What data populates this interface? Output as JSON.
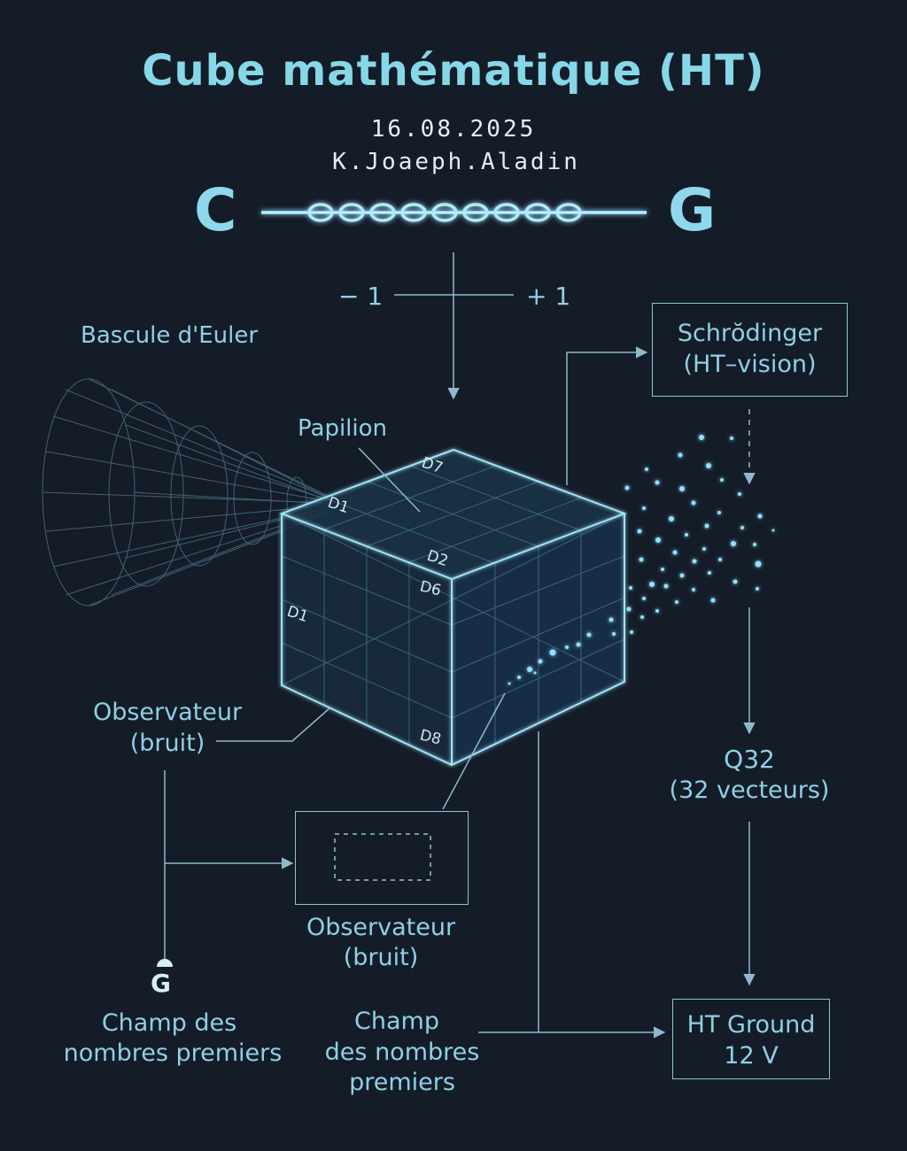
{
  "header": {
    "title": "Cube mathématique (HT)",
    "date": "16.08.2025",
    "author": "K.Joaeph.Aladin"
  },
  "chain": {
    "left_letter": "C",
    "right_letter": "G"
  },
  "axis": {
    "minus": "− 1",
    "plus": "+ 1"
  },
  "labels": {
    "euler": "Bascule d'Euler",
    "papilion": "Papilion",
    "schrodinger_line1": "Schrŏdinger",
    "schrodinger_line2": "(HT–vision)",
    "observer_left_line1": "Observateur",
    "observer_left_line2": "(bruit)",
    "observer_center_line1": "Observateur",
    "observer_center_line2": "(bruit)",
    "q32_line1": "Q32",
    "q32_line2": "(32 vecteurs)",
    "ground_letter": "G",
    "prime_left_line1": "Champ des",
    "prime_left_line2": "nombres premiers",
    "prime_center_line1": "Champ",
    "prime_center_line2": "des nombres",
    "prime_center_line3": "premiers",
    "ht_ground_line1": "HT Ground",
    "ht_ground_line2": "12 V"
  },
  "cube_faces": {
    "d7": "D7",
    "d1_top": "D1",
    "d2": "D2",
    "d6": "D6",
    "d1_left": "D1",
    "d8": "D8"
  },
  "colors": {
    "background": "#141c28",
    "accent": "#86d8e8",
    "line": "#8fb8cc",
    "glow": "#7fdcff"
  }
}
